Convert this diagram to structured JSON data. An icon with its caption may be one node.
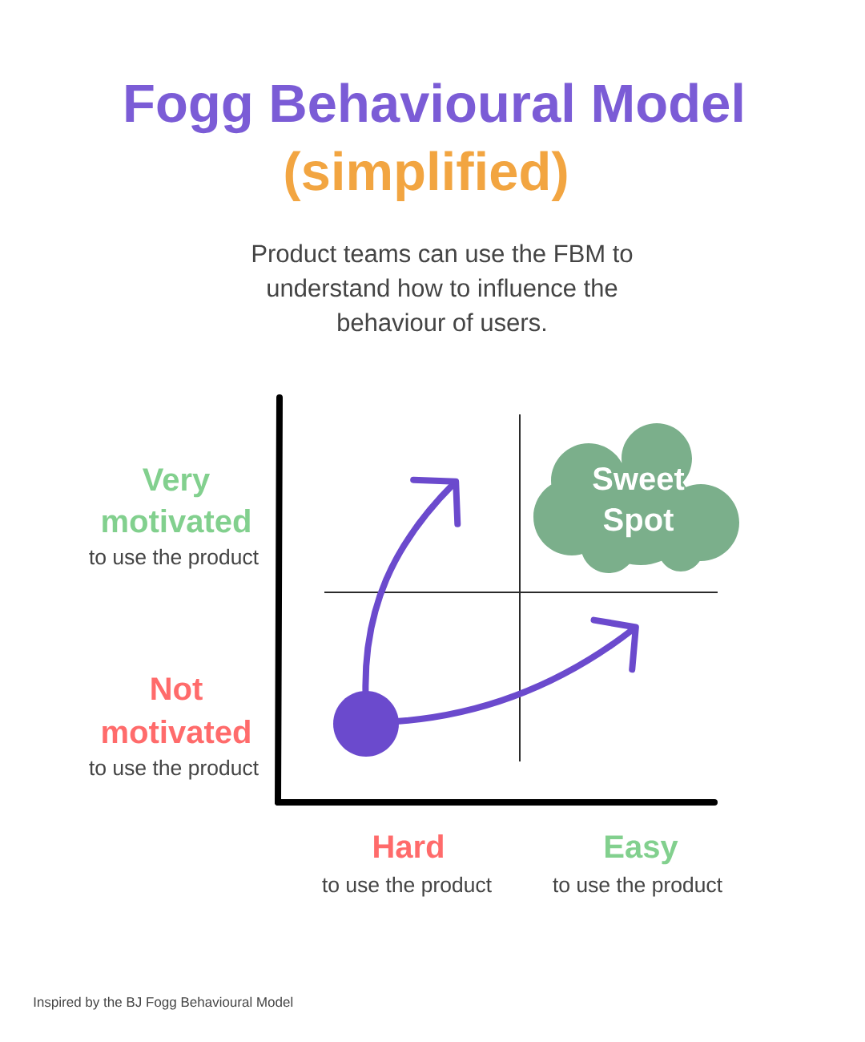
{
  "diagram": {
    "title": "Fogg Behavioural Model",
    "nodes": [
      {
        "text": [
          "Sweet Spot"
        ]
      },
      {
        "text": [],
        "shape": "circle"
      }
    ],
    "edges": [
      {
        "from": 1,
        "to": null,
        "arrow": "to"
      },
      {
        "from": 1,
        "to": null,
        "arrow": "to"
      }
    ],
    "labels": [
      "(simplified)",
      "Product teams can use the FBM to understand how to influence the behaviour of users.",
      "Very motivated",
      "to use the product",
      "Not motivated",
      "to use the product",
      "Hard",
      "to use the product",
      "Easy",
      "to use the product",
      "Inspired by the BJ Fogg Behavioural Model"
    ]
  }
}
